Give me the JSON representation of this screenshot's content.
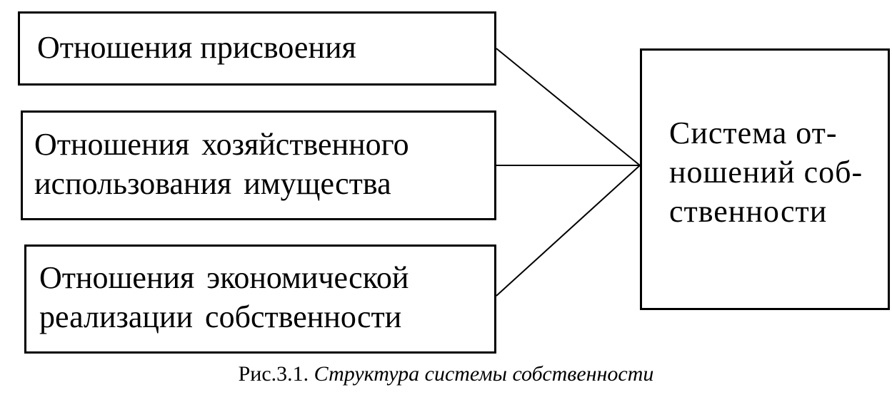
{
  "diagram": {
    "boxes": [
      {
        "label": "Отношения присвоения"
      },
      {
        "label": "Отношения  хозяйственного\nиспользования имущества"
      },
      {
        "label": "Отношения  экономической\nреализации собственности"
      }
    ],
    "target": {
      "label": "Система от-\nношений соб-\nственности"
    },
    "caption": {
      "prefix": "Рис.3.1.",
      "text": "Структура системы собственности"
    }
  },
  "colors": {
    "stroke": "#000000",
    "background": "#ffffff"
  }
}
